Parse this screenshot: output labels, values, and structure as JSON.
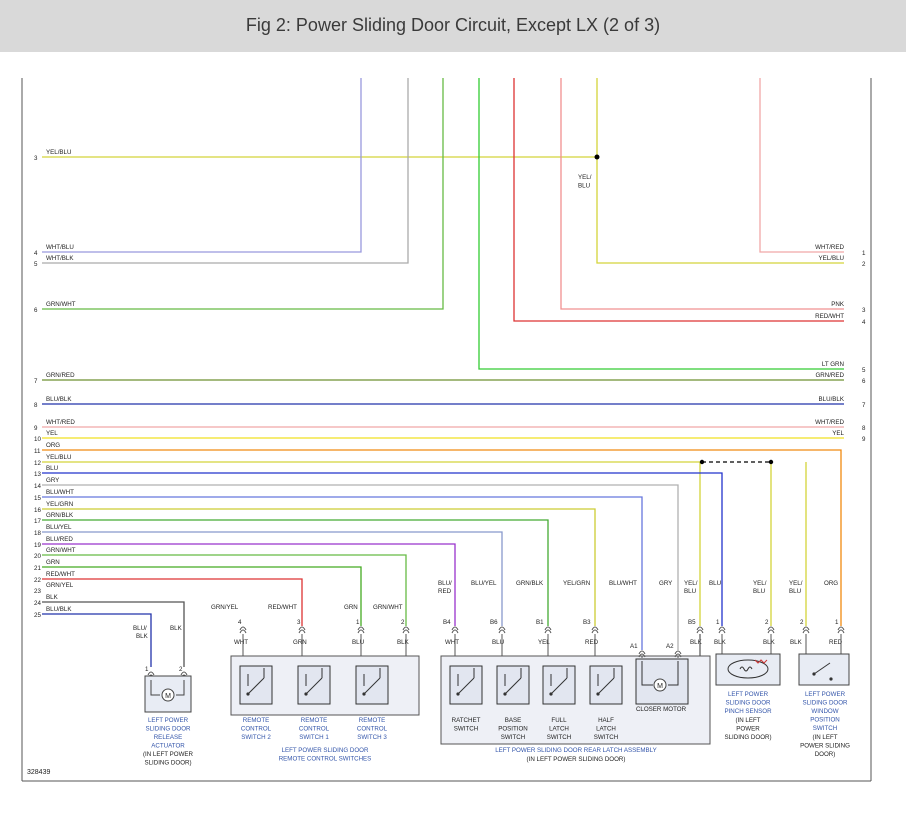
{
  "title": "Fig 2: Power Sliding Door Circuit, Except LX (2 of 3)",
  "figure_id": "328439",
  "colors": {
    "yel_blu": "#d4d43a",
    "wht_blu": "#9999dd",
    "wht_blk": "#aaaaaa",
    "grn_wht": "#66bb44",
    "lt_grn": "#33cc33",
    "red_wht": "#dd3333",
    "pnk": "#f09090",
    "wht_red": "#f0a8a8",
    "grn_red": "#6e9030",
    "blu_blk": "#2233aa",
    "yel": "#f0e020",
    "org": "#f08a10",
    "blu": "#2233cc",
    "gry": "#b0b0b0",
    "blu_wht": "#6677dd",
    "yel_grn": "#cccc33",
    "grn_blk": "#44aa33",
    "blu_yel": "#8899cc",
    "blu_red": "#9933cc",
    "grn": "#44aa22",
    "blk": "#555555",
    "component_label": "#3355aa"
  },
  "left_pins": [
    {
      "pin": "3",
      "wire": "YEL/BLU"
    },
    {
      "pin": "4",
      "wire": "WHT/BLU"
    },
    {
      "pin": "5",
      "wire": "WHT/BLK"
    },
    {
      "pin": "6",
      "wire": "GRN/WHT"
    },
    {
      "pin": "7",
      "wire": "GRN/RED"
    },
    {
      "pin": "8",
      "wire": "BLU/BLK"
    },
    {
      "pin": "9",
      "wire": "WHT/RED"
    },
    {
      "pin": "10",
      "wire": "YEL"
    },
    {
      "pin": "11",
      "wire": "ORG"
    },
    {
      "pin": "12",
      "wire": "YEL/BLU"
    },
    {
      "pin": "13",
      "wire": "BLU"
    },
    {
      "pin": "14",
      "wire": "GRY"
    },
    {
      "pin": "15",
      "wire": "BLU/WHT"
    },
    {
      "pin": "16",
      "wire": "YEL/GRN"
    },
    {
      "pin": "17",
      "wire": "GRN/BLK"
    },
    {
      "pin": "18",
      "wire": "BLU/YEL"
    },
    {
      "pin": "19",
      "wire": "BLU/RED"
    },
    {
      "pin": "20",
      "wire": "GRN/WHT"
    },
    {
      "pin": "21",
      "wire": "GRN"
    },
    {
      "pin": "22",
      "wire": "RED/WHT"
    },
    {
      "pin": "23",
      "wire": "GRN/YEL"
    },
    {
      "pin": "24",
      "wire": "BLK"
    },
    {
      "pin": "25",
      "wire": "BLU/BLK"
    }
  ],
  "right_pins": [
    {
      "pin": "1",
      "wire": "WHT/RED"
    },
    {
      "pin": "2",
      "wire": "YEL/BLU"
    },
    {
      "pin": "3",
      "wire": "PNK"
    },
    {
      "pin": "4",
      "wire": "RED/WHT"
    },
    {
      "pin": "5",
      "wire": "LT GRN"
    },
    {
      "pin": "6",
      "wire": "GRN/RED"
    },
    {
      "pin": "7",
      "wire": "BLU/BLK"
    },
    {
      "pin": "8",
      "wire": "WHT/RED"
    },
    {
      "pin": "9",
      "wire": "YEL"
    }
  ],
  "splice_label": [
    "YEL/",
    "BLU"
  ],
  "wire_labels": {
    "blu_blk_a": "BLU/",
    "blu_blk_b": "BLK",
    "blk": "BLK",
    "grn_yel": "GRN/YEL",
    "red_wht": "RED/WHT",
    "grn": "GRN",
    "grn_wht": "GRN/WHT",
    "blu_red_a": "BLU/",
    "blu_red_b": "RED",
    "blu_yel": "BLU/YEL",
    "grn_blk": "GRN/BLK",
    "yel_grn": "YEL/GRN",
    "blu_wht": "BLU/WHT",
    "gry": "GRY",
    "yel_blu_a": "YEL/",
    "yel_blu_b": "BLU",
    "blu": "BLU",
    "yel_blu2_a": "YEL/",
    "yel_blu2_b": "BLU",
    "yel_blu3_a": "YEL/",
    "yel_blu3_b": "BLU",
    "org": "ORG"
  },
  "actuator": {
    "pins": [
      "1",
      "2"
    ],
    "motor": "M",
    "label": [
      "LEFT POWER",
      "SLIDING DOOR",
      "RELEASE",
      "ACTUATOR"
    ],
    "location": [
      "(IN LEFT POWER",
      "SLIDING DOOR)"
    ]
  },
  "remote_switches": {
    "connectors": [
      {
        "pin": "4",
        "bottom_wire": "WHT"
      },
      {
        "pin": "3",
        "bottom_wire": "GRN"
      },
      {
        "pin": "1",
        "bottom_wire": "BLU"
      },
      {
        "pin": "2",
        "bottom_wire": "BLK"
      }
    ],
    "switches": [
      {
        "label": [
          "REMOTE",
          "CONTROL",
          "SWITCH 2"
        ]
      },
      {
        "label": [
          "REMOTE",
          "CONTROL",
          "SWITCH 1"
        ]
      },
      {
        "label": [
          "REMOTE",
          "CONTROL",
          "SWITCH 3"
        ]
      }
    ],
    "assembly_label": [
      "LEFT POWER SLIDING DOOR",
      "REMOTE CONTROL SWITCHES"
    ]
  },
  "latch_assembly": {
    "connectors": [
      {
        "pin": "B4",
        "bottom_wire": "WHT"
      },
      {
        "pin": "B6",
        "bottom_wire": "BLU"
      },
      {
        "pin": "B1",
        "bottom_wire": "YEL"
      },
      {
        "pin": "B3",
        "bottom_wire": "RED"
      },
      {
        "pin": "A1",
        "bottom_wire": ""
      },
      {
        "pin": "A2",
        "bottom_wire": ""
      },
      {
        "pin": "B5",
        "bottom_wire": "BLK"
      }
    ],
    "switches": [
      {
        "label": [
          "RATCHET",
          "SWITCH"
        ]
      },
      {
        "label": [
          "BASE",
          "POSITION",
          "SWITCH"
        ]
      },
      {
        "label": [
          "FULL",
          "LATCH",
          "SWITCH"
        ]
      },
      {
        "label": [
          "HALF",
          "LATCH",
          "SWITCH"
        ]
      }
    ],
    "motor": "M",
    "motor_label": "CLOSER MOTOR",
    "assembly_label": [
      "LEFT POWER SLIDING DOOR REAR LATCH ASSEMBLY",
      "(IN LEFT POWER SLIDING DOOR)"
    ]
  },
  "pinch_sensor": {
    "pins": [
      "1",
      "2"
    ],
    "bottom_wires": [
      "BLK",
      "BLK"
    ],
    "label": [
      "LEFT POWER",
      "SLIDING DOOR",
      "PINCH SENSOR"
    ],
    "location": [
      "(IN LEFT",
      "POWER",
      "SLIDING DOOR)"
    ]
  },
  "window_switch": {
    "pins": [
      "2",
      "1"
    ],
    "bottom_wires": [
      "BLK",
      "RED"
    ],
    "label": [
      "LEFT POWER",
      "SLIDING DOOR",
      "WINDOW",
      "POSITION",
      "SWITCH"
    ],
    "location": [
      "(IN LEFT",
      "POWER SLIDING",
      "DOOR)"
    ]
  }
}
